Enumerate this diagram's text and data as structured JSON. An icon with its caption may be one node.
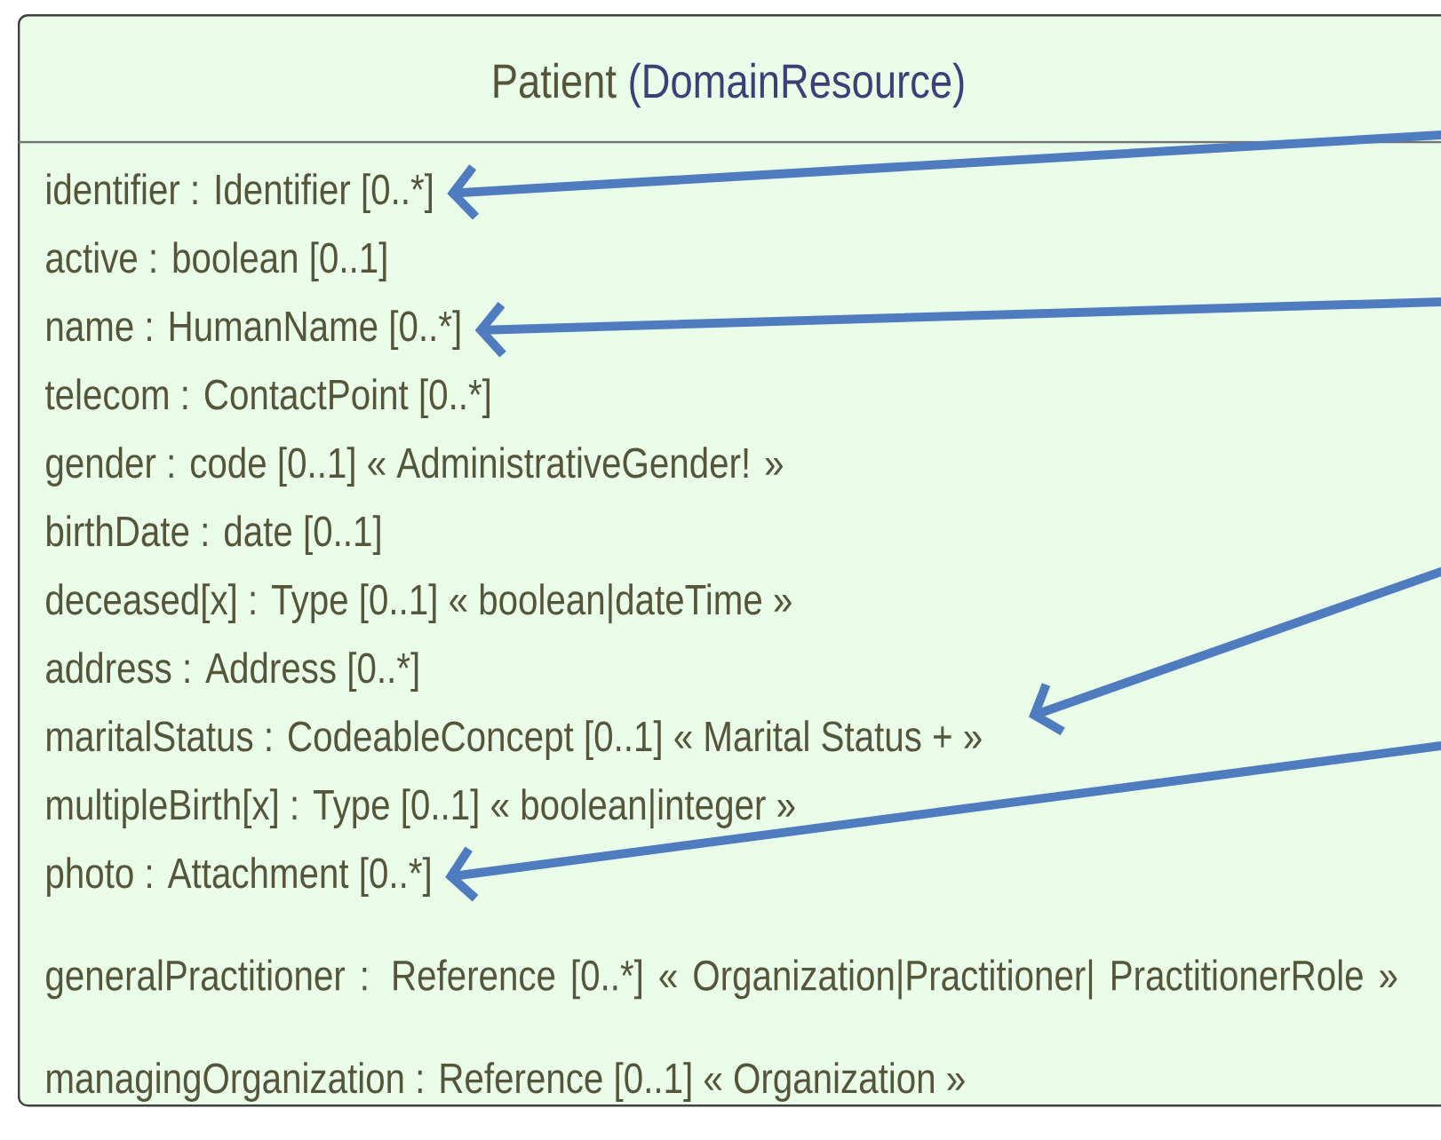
{
  "diagram": {
    "nodes": [
      {
        "text": [
          "Patient",
          "(DomainResource)"
        ]
      },
      {
        "text": [
          "identifier : Identifier [0..*]"
        ],
        "in": 0
      },
      {
        "text": [
          "active : boolean [0..1]"
        ],
        "in": 0
      },
      {
        "text": [
          "name : HumanName [0..*]"
        ],
        "in": 0
      },
      {
        "text": [
          "telecom : ContactPoint [0..*]"
        ],
        "in": 0
      },
      {
        "text": [
          "gender : code [0..1] « AdministrativeGender! »"
        ],
        "in": 0
      },
      {
        "text": [
          "birthDate : date [0..1]"
        ],
        "in": 0
      },
      {
        "text": [
          "deceased[x] : Type [0..1] « boolean|dateTime »"
        ],
        "in": 0
      },
      {
        "text": [
          "address : Address [0..*]"
        ],
        "in": 0
      },
      {
        "text": [
          "maritalStatus : CodeableConcept [0..1] « Marital Status + »"
        ],
        "in": 0
      },
      {
        "text": [
          "multipleBirth[x] : Type [0..1] « boolean|integer »"
        ],
        "in": 0
      },
      {
        "text": [
          "photo : Attachment [0..*]"
        ],
        "in": 0
      },
      {
        "text": [
          "generalPractitioner : Reference [0..*] « Organization|Practitioner| PractitionerRole »"
        ],
        "in": 0
      },
      {
        "text": [
          "managingOrganization : Reference [0..1] « Organization »"
        ],
        "in": 0
      }
    ],
    "edges": [
      {
        "from": null,
        "to": 1,
        "arrow": "to"
      },
      {
        "from": null,
        "to": 3,
        "arrow": "to"
      },
      {
        "from": null,
        "to": 9,
        "arrow": "to"
      },
      {
        "from": null,
        "to": 11,
        "arrow": "to"
      }
    ]
  }
}
